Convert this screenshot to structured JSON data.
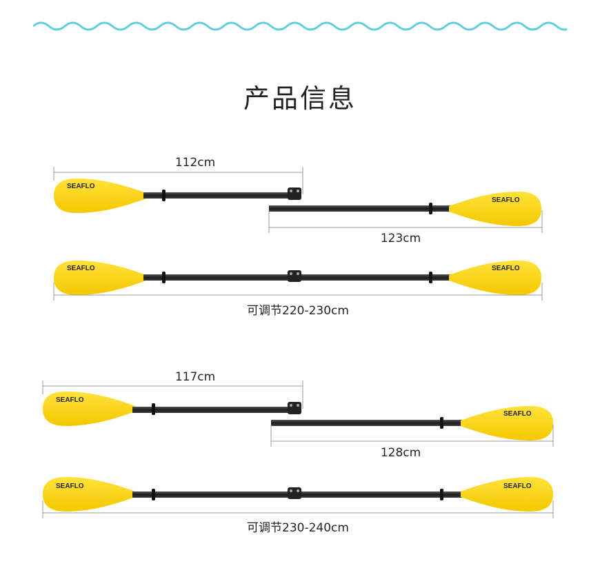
{
  "page_title": "产品信息",
  "brand": "SEAFLO",
  "set1": {
    "left_len": "112cm",
    "right_len": "123cm",
    "total_len": "可调节220-230cm"
  },
  "set2": {
    "left_len": "117cm",
    "right_len": "128cm",
    "total_len": "可调节230-240cm"
  },
  "colors": {
    "blade": "#FFD400",
    "shaft": "#2b2b2b",
    "wave": "#5fcfd6",
    "dim": "#9a9a9a"
  }
}
